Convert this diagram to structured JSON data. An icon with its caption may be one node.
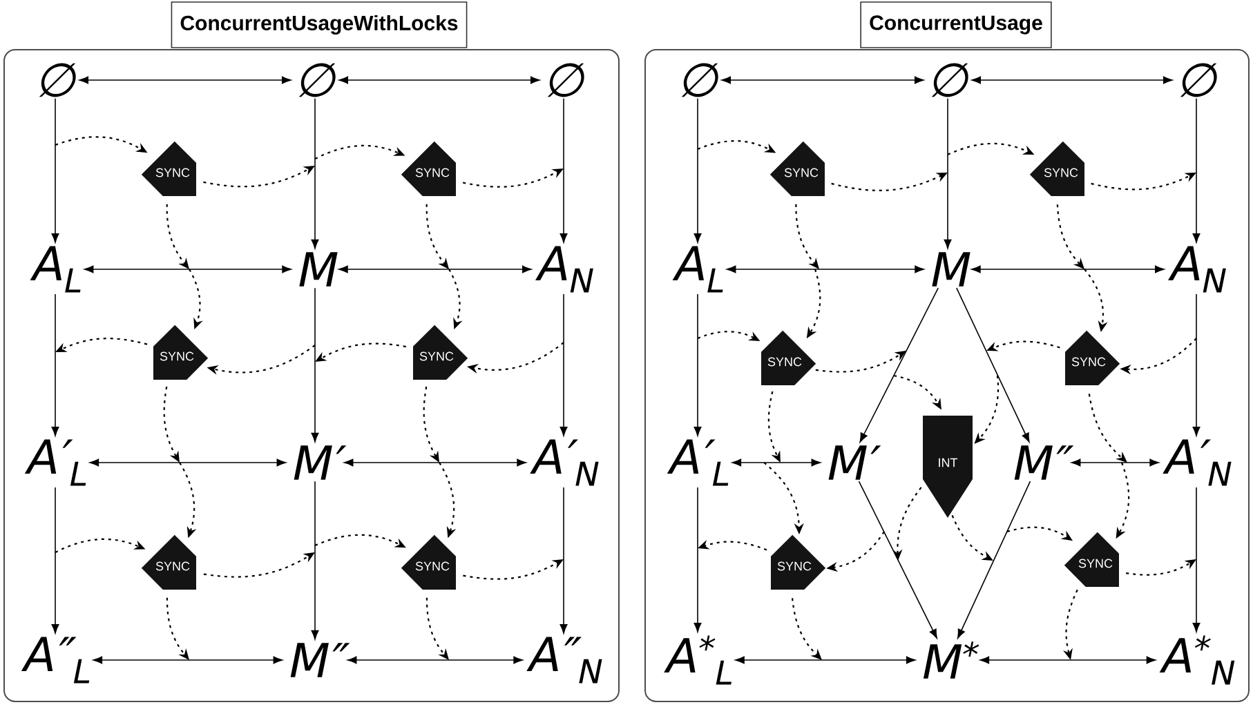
{
  "diagram": {
    "nodes": [
      {
        "text": [
          "ConcurrentUsageWithLocks"
        ]
      },
      {
        "text": [
          "∅"
        ],
        "in": 0
      },
      {
        "text": [
          "∅"
        ],
        "in": 0
      },
      {
        "text": [
          "∅"
        ],
        "in": 0
      },
      {
        "text": [
          "A$_{L}$"
        ],
        "in": 0
      },
      {
        "text": [
          "M"
        ],
        "in": 0
      },
      {
        "text": [
          "A$_{N}$"
        ],
        "in": 0
      },
      {
        "text": [
          "A′$_{L}$"
        ],
        "in": 0
      },
      {
        "text": [
          "M′"
        ],
        "in": 0
      },
      {
        "text": [
          "A′$_{N}$"
        ],
        "in": 0
      },
      {
        "text": [
          "A″$_{L}$"
        ],
        "in": 0
      },
      {
        "text": [
          "M″"
        ],
        "in": 0
      },
      {
        "text": [
          "A″$_{N}$"
        ],
        "in": 0
      },
      {
        "text": [
          "SYNC"
        ],
        "in": 0
      },
      {
        "text": [
          "SYNC"
        ],
        "in": 0
      },
      {
        "text": [
          "SYNC"
        ],
        "in": 0
      },
      {
        "text": [
          "SYNC"
        ],
        "in": 0
      },
      {
        "text": [
          "SYNC"
        ],
        "in": 0
      },
      {
        "text": [
          "SYNC"
        ],
        "in": 0
      },
      {
        "text": [
          "ConcurrentUsage"
        ]
      },
      {
        "text": [
          "∅"
        ],
        "in": 19
      },
      {
        "text": [
          "∅"
        ],
        "in": 19
      },
      {
        "text": [
          "∅"
        ],
        "in": 19
      },
      {
        "text": [
          "A$_{L}$"
        ],
        "in": 19
      },
      {
        "text": [
          "M"
        ],
        "in": 19
      },
      {
        "text": [
          "A$_{N}$"
        ],
        "in": 19
      },
      {
        "text": [
          "A′$_{L}$"
        ],
        "in": 19
      },
      {
        "text": [
          "M′"
        ],
        "in": 19
      },
      {
        "text": [
          "M″"
        ],
        "in": 19
      },
      {
        "text": [
          "A′$_{N}$"
        ],
        "in": 19
      },
      {
        "text": [
          "A$^{*}$$_{L}$"
        ],
        "in": 19
      },
      {
        "text": [
          "M$^{*}$"
        ],
        "in": 19
      },
      {
        "text": [
          "A$^{*}$$_{N}$"
        ],
        "in": 19
      },
      {
        "text": [
          "SYNC"
        ],
        "in": 19
      },
      {
        "text": [
          "SYNC"
        ],
        "in": 19
      },
      {
        "text": [
          "SYNC"
        ],
        "in": 19
      },
      {
        "text": [
          "SYNC"
        ],
        "in": 19
      },
      {
        "text": [
          "INT"
        ],
        "in": 19
      },
      {
        "text": [
          "SYNC"
        ],
        "in": 19
      },
      {
        "text": [
          "SYNC"
        ],
        "in": 19
      }
    ],
    "edges": [
      {
        "from": 1,
        "to": 2,
        "arrow": "both"
      },
      {
        "from": 2,
        "to": 3,
        "arrow": "both"
      },
      {
        "from": 1,
        "to": 4,
        "arrow": "to"
      },
      {
        "from": 2,
        "to": 5,
        "arrow": "to"
      },
      {
        "from": 3,
        "to": 6,
        "arrow": "to"
      },
      {
        "from": 4,
        "to": 5,
        "arrow": "both"
      },
      {
        "from": 5,
        "to": 6,
        "arrow": "both"
      },
      {
        "from": 4,
        "to": 7,
        "arrow": "to"
      },
      {
        "from": 5,
        "to": 8,
        "arrow": "to"
      },
      {
        "from": 6,
        "to": 9,
        "arrow": "to"
      },
      {
        "from": 7,
        "to": 8,
        "arrow": "both"
      },
      {
        "from": 8,
        "to": 9,
        "arrow": "both"
      },
      {
        "from": 7,
        "to": 10,
        "arrow": "to"
      },
      {
        "from": 8,
        "to": 11,
        "arrow": "to"
      },
      {
        "from": 9,
        "to": 12,
        "arrow": "to"
      },
      {
        "from": 10,
        "to": 11,
        "arrow": "both"
      },
      {
        "from": 11,
        "to": 12,
        "arrow": "both"
      },
      {
        "from": null,
        "to": 13,
        "arrow": "to",
        "style": "dashed"
      },
      {
        "from": 13,
        "to": null,
        "arrow": "to",
        "style": "dashed"
      },
      {
        "from": 13,
        "to": null,
        "arrow": "to",
        "style": "dashed"
      },
      {
        "from": null,
        "to": 14,
        "arrow": "to",
        "style": "dashed"
      },
      {
        "from": 14,
        "to": null,
        "arrow": "to",
        "style": "dashed"
      },
      {
        "from": 14,
        "to": null,
        "arrow": "to",
        "style": "dashed"
      },
      {
        "from": null,
        "to": 15,
        "arrow": "to",
        "style": "dashed"
      },
      {
        "from": null,
        "to": 15,
        "arrow": "to",
        "style": "dashed"
      },
      {
        "from": 15,
        "to": null,
        "arrow": "to",
        "style": "dashed"
      },
      {
        "from": 15,
        "to": null,
        "arrow": "to",
        "style": "dashed"
      },
      {
        "from": null,
        "to": 16,
        "arrow": "to",
        "style": "dashed"
      },
      {
        "from": null,
        "to": 16,
        "arrow": "to",
        "style": "dashed"
      },
      {
        "from": 16,
        "to": null,
        "arrow": "to",
        "style": "dashed"
      },
      {
        "from": 16,
        "to": null,
        "arrow": "to",
        "style": "dashed"
      },
      {
        "from": null,
        "to": 17,
        "arrow": "to",
        "style": "dashed"
      },
      {
        "from": null,
        "to": 17,
        "arrow": "to",
        "style": "dashed"
      },
      {
        "from": 17,
        "to": null,
        "arrow": "to",
        "style": "dashed"
      },
      {
        "from": 17,
        "to": null,
        "arrow": "to",
        "style": "dashed"
      },
      {
        "from": null,
        "to": 18,
        "arrow": "to",
        "style": "dashed"
      },
      {
        "from": null,
        "to": 18,
        "arrow": "to",
        "style": "dashed"
      },
      {
        "from": 18,
        "to": null,
        "arrow": "to",
        "style": "dashed"
      },
      {
        "from": 18,
        "to": null,
        "arrow": "to",
        "style": "dashed"
      },
      {
        "from": 20,
        "to": 21,
        "arrow": "both"
      },
      {
        "from": 21,
        "to": 22,
        "arrow": "both"
      },
      {
        "from": 20,
        "to": 23,
        "arrow": "to"
      },
      {
        "from": 21,
        "to": 24,
        "arrow": "to"
      },
      {
        "from": 22,
        "to": 25,
        "arrow": "to"
      },
      {
        "from": 23,
        "to": 24,
        "arrow": "both"
      },
      {
        "from": 24,
        "to": 25,
        "arrow": "both"
      },
      {
        "from": 23,
        "to": 26,
        "arrow": "to"
      },
      {
        "from": 24,
        "to": 27,
        "arrow": "to"
      },
      {
        "from": 24,
        "to": 28,
        "arrow": "to"
      },
      {
        "from": 25,
        "to": 29,
        "arrow": "to"
      },
      {
        "from": 26,
        "to": 27,
        "arrow": "both"
      },
      {
        "from": 28,
        "to": 29,
        "arrow": "both"
      },
      {
        "from": 26,
        "to": 30,
        "arrow": "to"
      },
      {
        "from": 27,
        "to": 31,
        "arrow": "to"
      },
      {
        "from": 28,
        "to": 31,
        "arrow": "to"
      },
      {
        "from": 29,
        "to": 32,
        "arrow": "to"
      },
      {
        "from": 30,
        "to": 31,
        "arrow": "both"
      },
      {
        "from": 31,
        "to": 32,
        "arrow": "both"
      },
      {
        "from": null,
        "to": 33,
        "arrow": "to",
        "style": "dashed"
      },
      {
        "from": 33,
        "to": null,
        "arrow": "to",
        "style": "dashed"
      },
      {
        "from": 33,
        "to": null,
        "arrow": "to",
        "style": "dashed"
      },
      {
        "from": null,
        "to": 34,
        "arrow": "to",
        "style": "dashed"
      },
      {
        "from": 34,
        "to": null,
        "arrow": "to",
        "style": "dashed"
      },
      {
        "from": 34,
        "to": null,
        "arrow": "to",
        "style": "dashed"
      },
      {
        "from": null,
        "to": 35,
        "arrow": "to",
        "style": "dashed"
      },
      {
        "from": null,
        "to": 35,
        "arrow": "to",
        "style": "dashed"
      },
      {
        "from": 35,
        "to": null,
        "arrow": "to",
        "style": "dashed"
      },
      {
        "from": 35,
        "to": null,
        "arrow": "to",
        "style": "dashed"
      },
      {
        "from": null,
        "to": 36,
        "arrow": "to",
        "style": "dashed"
      },
      {
        "from": null,
        "to": 36,
        "arrow": "to",
        "style": "dashed"
      },
      {
        "from": 36,
        "to": null,
        "arrow": "to",
        "style": "dashed"
      },
      {
        "from": 36,
        "to": null,
        "arrow": "to",
        "style": "dashed"
      },
      {
        "from": null,
        "to": 37,
        "arrow": "to",
        "style": "dashed"
      },
      {
        "from": null,
        "to": 37,
        "arrow": "to",
        "style": "dashed"
      },
      {
        "from": 37,
        "to": null,
        "arrow": "to",
        "style": "dashed"
      },
      {
        "from": 37,
        "to": null,
        "arrow": "to",
        "style": "dashed"
      },
      {
        "from": null,
        "to": 38,
        "arrow": "to",
        "style": "dashed"
      },
      {
        "from": null,
        "to": 38,
        "arrow": "to",
        "style": "dashed"
      },
      {
        "from": 38,
        "to": null,
        "arrow": "to",
        "style": "dashed"
      },
      {
        "from": 38,
        "to": null,
        "arrow": "to",
        "style": "dashed"
      },
      {
        "from": null,
        "to": 39,
        "arrow": "to",
        "style": "dashed"
      },
      {
        "from": null,
        "to": 39,
        "arrow": "to",
        "style": "dashed"
      },
      {
        "from": 39,
        "to": null,
        "arrow": "to",
        "style": "dashed"
      },
      {
        "from": 39,
        "to": null,
        "arrow": "to",
        "style": "dashed"
      }
    ]
  }
}
